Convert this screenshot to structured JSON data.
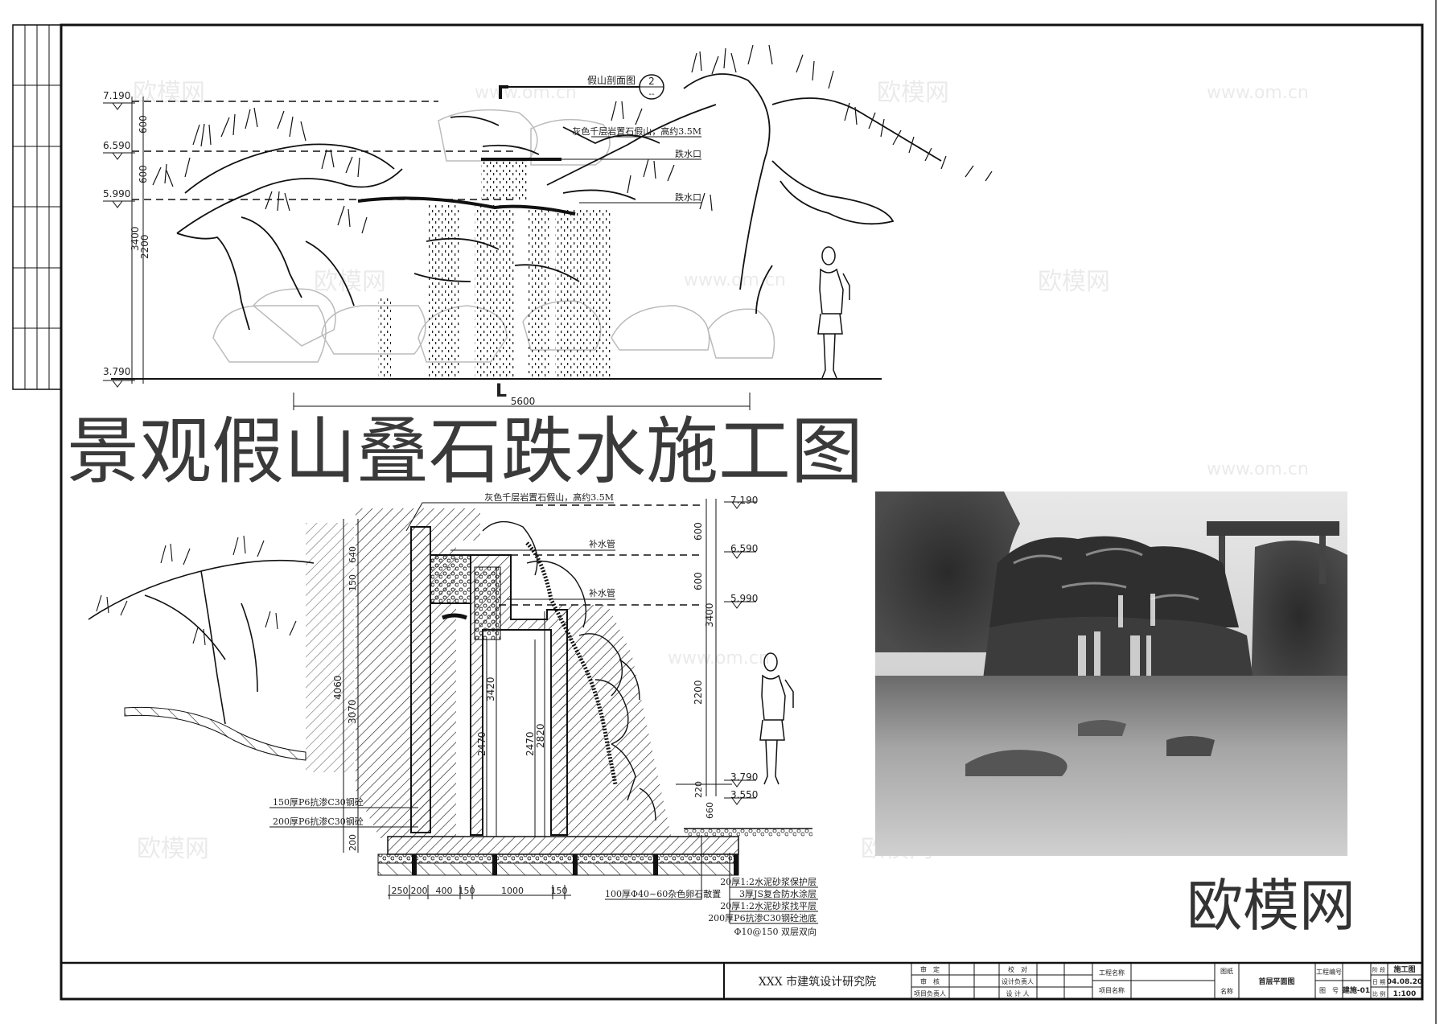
{
  "title": "景观假山叠石跌水施工图",
  "brand_logo": "欧模网",
  "watermarks": {
    "logo_text": "欧模网",
    "url": "www.om.cn"
  },
  "colors": {
    "ink": "#111111",
    "paper": "#ffffff",
    "photo_water": "#9a9a9a"
  },
  "elevation_view": {
    "section_label": "假山剖面图",
    "section_number": "2",
    "section_sheet": "--",
    "cut_letter": "L",
    "levels": [
      "7.190",
      "6.590",
      "5.990",
      "3.790"
    ],
    "dims": {
      "upper": "600",
      "middle": "600",
      "total": "3400",
      "lower": "2200",
      "width": "5600"
    },
    "notes": [
      "灰色千层岩置石假山，高约3.5M",
      "跌水口",
      "跌水口"
    ]
  },
  "section_view": {
    "rock_note": "灰色千层岩置石假山，高约3.5M",
    "pipe_notes": [
      "补水管",
      "补水管"
    ],
    "levels": [
      "7.190",
      "6.590",
      "5.990",
      "3.790",
      "3.550"
    ],
    "right_dims": {
      "upper": "600",
      "middle": "600",
      "total": "3400",
      "lower": "2200",
      "step": "220",
      "base": "660"
    },
    "left_dims": {
      "overall": "4060",
      "inner": "3070",
      "top": "640",
      "mid": "150",
      "slab": "200"
    },
    "inner_dims": [
      "3420",
      "2470",
      "2470",
      "2820"
    ],
    "bottom_dims": [
      "250",
      "200",
      "400",
      "150",
      "1000",
      "150"
    ],
    "wall_notes": [
      "150厚P6抗渗C30钢砼",
      "200厚P6抗渗C30钢砼"
    ],
    "gravel_note": "100厚Φ40~60杂色卵石散置",
    "layers": [
      "20厚1:2水泥砂浆保护层",
      "3厚JS复合防水涂层",
      "20厚1:2水泥砂浆找平层",
      "200厚P6抗渗C30钢砼池底",
      "Φ10@150 双层双向"
    ]
  },
  "title_block": {
    "company": "XXX 市建筑设计研究院",
    "roles_left": [
      "审　定",
      "审　核",
      "项目负责人"
    ],
    "roles_mid": [
      "校　对",
      "设计负责人",
      "设 计 人"
    ],
    "project_labels": [
      "工程名称",
      "项目名称"
    ],
    "drawing_label_1": "图纸",
    "drawing_label_2": "名称",
    "drawing_name": "首层平面图",
    "project_no_label": "工程编号",
    "drawing_no_label": "图　号",
    "drawing_no": "建施-01",
    "stage_label": "阶 段",
    "stage": "施工图",
    "date_label": "日 期",
    "date": "04.08.20",
    "scale_label": "比 例",
    "scale": "1:100"
  }
}
